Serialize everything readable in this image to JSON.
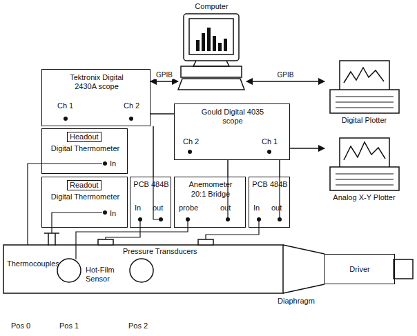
{
  "diagram": {
    "nodes": [
      {
        "text": [
          "Computer"
        ]
      },
      {
        "text": [
          "Tektronix Digital 2430A scope",
          "Ch 1",
          "Ch 2"
        ]
      },
      {
        "text": [
          "Digital Plotter"
        ]
      },
      {
        "text": [
          "Gould Digital 4035 scope",
          "Ch 2",
          "Ch 1"
        ]
      },
      {
        "text": [
          "Analog X-Y Plotter"
        ]
      },
      {
        "text": [
          "Headout",
          "Digital Thermometer",
          "In"
        ]
      },
      {
        "text": [
          "Readout",
          "Digital Thermometer",
          "In"
        ]
      },
      {
        "text": [
          "PCB 484B",
          "In",
          "out"
        ]
      },
      {
        "text": [
          "Anemometer",
          "20:1 Bridge",
          "probe",
          "out"
        ]
      },
      {
        "text": [
          "PCB 484B",
          "In",
          "out"
        ]
      },
      {
        "text": [
          "Driver"
        ]
      }
    ],
    "edges": [
      {
        "from": 1,
        "to": 0,
        "arrow": "both",
        "label": "GPIB"
      },
      {
        "from": 0,
        "to": 2,
        "arrow": "both",
        "label": "GPIB"
      },
      {
        "from": 3,
        "to": 4,
        "arrow": "to"
      },
      {
        "from": 1,
        "to": 3,
        "arrow": "none"
      },
      {
        "from": 7,
        "to": 1,
        "arrow": "none"
      },
      {
        "from": 8,
        "to": 3,
        "arrow": "none"
      },
      {
        "from": 9,
        "to": 3,
        "arrow": "none"
      }
    ],
    "labels": [
      "Pressure Transducers",
      "Thermocouples",
      "Hot-Film Sensor",
      "Diaphragm",
      "Pos 0",
      "Pos 1",
      "Pos 2"
    ]
  }
}
